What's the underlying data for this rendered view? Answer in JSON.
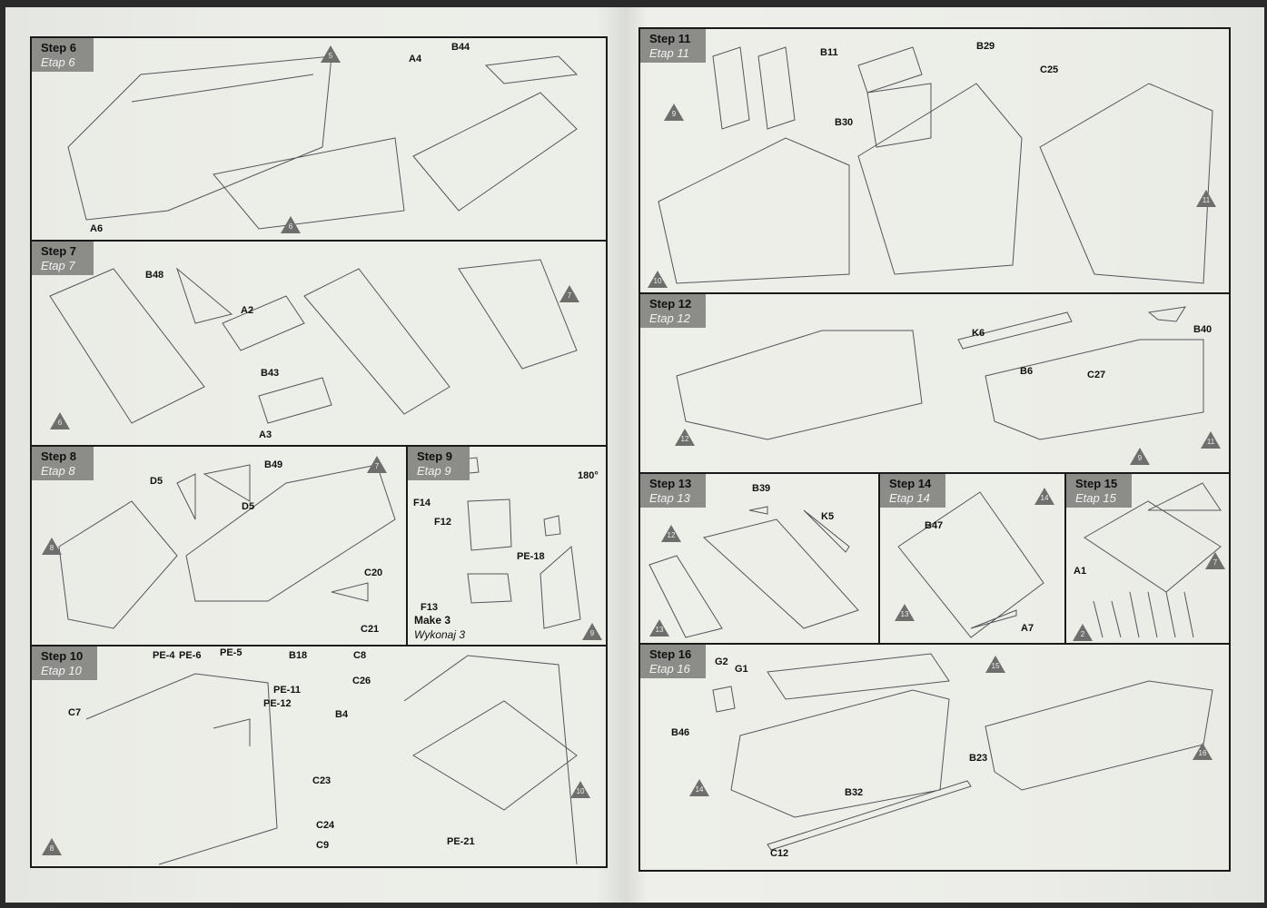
{
  "steps": {
    "s6": {
      "title": "Step 6",
      "sub": "Etap 6",
      "labels": [
        "A6",
        "B44",
        "A4"
      ],
      "markers": [
        "5",
        "6"
      ]
    },
    "s7": {
      "title": "Step 7",
      "sub": "Etap 7",
      "labels": [
        "B48",
        "A2",
        "B43",
        "A3"
      ],
      "markers": [
        "7",
        "6"
      ]
    },
    "s8": {
      "title": "Step 8",
      "sub": "Etap 8",
      "labels": [
        "B49",
        "D5",
        "D5",
        "C20",
        "C21"
      ],
      "markers": [
        "7",
        "8"
      ]
    },
    "s9": {
      "title": "Step 9",
      "sub": "Etap 9",
      "labels": [
        "F14",
        "F12",
        "PE-18",
        "F13",
        "180°"
      ],
      "make": "Make 3",
      "make_pl": "Wykonaj 3",
      "markers": [
        "9"
      ]
    },
    "s10": {
      "title": "Step 10",
      "sub": "Etap 10",
      "labels": [
        "PE-4",
        "PE-6",
        "PE-5",
        "B18",
        "C8",
        "C26",
        "PE-11",
        "PE-12",
        "B4",
        "C7",
        "C23",
        "C24",
        "C9",
        "PE-21"
      ],
      "markers": [
        "8",
        "10"
      ]
    },
    "s11": {
      "title": "Step 11",
      "sub": "Etap 11",
      "labels": [
        "B11",
        "B29",
        "C25",
        "B30"
      ],
      "markers": [
        "9",
        "10",
        "11"
      ]
    },
    "s12": {
      "title": "Step 12",
      "sub": "Etap 12",
      "labels": [
        "K6",
        "B40",
        "B6",
        "C27"
      ],
      "markers": [
        "12",
        "11",
        "9"
      ]
    },
    "s13": {
      "title": "Step 13",
      "sub": "Etap 13",
      "labels": [
        "B39",
        "K5"
      ],
      "markers": [
        "12",
        "13"
      ]
    },
    "s14": {
      "title": "Step 14",
      "sub": "Etap 14",
      "labels": [
        "B47",
        "A7"
      ],
      "markers": [
        "14",
        "13"
      ]
    },
    "s15": {
      "title": "Step 15",
      "sub": "Etap 15",
      "labels": [
        "A1"
      ],
      "markers": [
        "7",
        "2"
      ]
    },
    "s16": {
      "title": "Step 16",
      "sub": "Etap 16",
      "labels": [
        "G2",
        "G1",
        "B46",
        "B23",
        "B32",
        "C12"
      ],
      "markers": [
        "15",
        "14",
        "16"
      ]
    }
  }
}
